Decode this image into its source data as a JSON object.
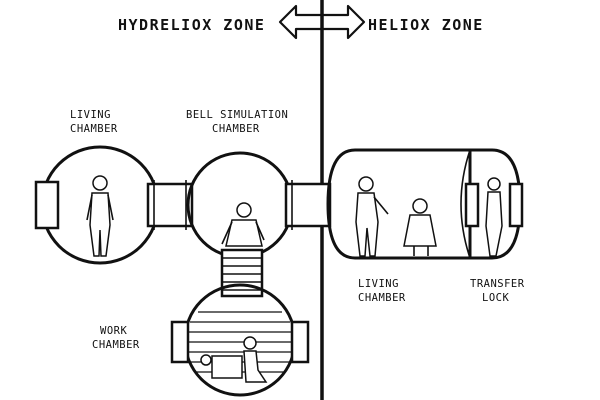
{
  "zones": {
    "left": "HYDRELIOX ZONE",
    "right": "HELIOX ZONE"
  },
  "chambers": {
    "living_left": [
      "LIVING",
      "CHAMBER"
    ],
    "bell": [
      "BELL SIMULATION",
      "CHAMBER"
    ],
    "work": [
      "WORK",
      "CHAMBER"
    ],
    "living_right": [
      "LIVING",
      "CHAMBER"
    ],
    "transfer": [
      "TRANSFER",
      "LOCK"
    ]
  },
  "icons": {
    "zone_arrow": "double-arrow-icon"
  }
}
